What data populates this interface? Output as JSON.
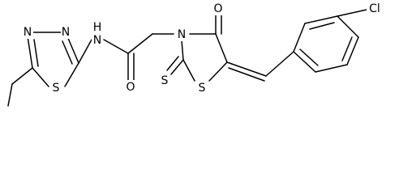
{
  "diagram": {
    "type": "chemical-structure",
    "atom_labels": {
      "n_thiadiazole_top_left": "N",
      "n_thiadiazole_top_right": "N",
      "s_thiadiazole": "S",
      "nh_amide": "N",
      "h_amide": "H",
      "o_amide": "O",
      "n_thiazolidine": "N",
      "o_ketone": "O",
      "s_thiazolidine": "S",
      "s_thione": "S",
      "cl": "Cl"
    },
    "colors": {
      "bond": "#000000",
      "label": "#000000",
      "background": "#ffffff"
    }
  }
}
